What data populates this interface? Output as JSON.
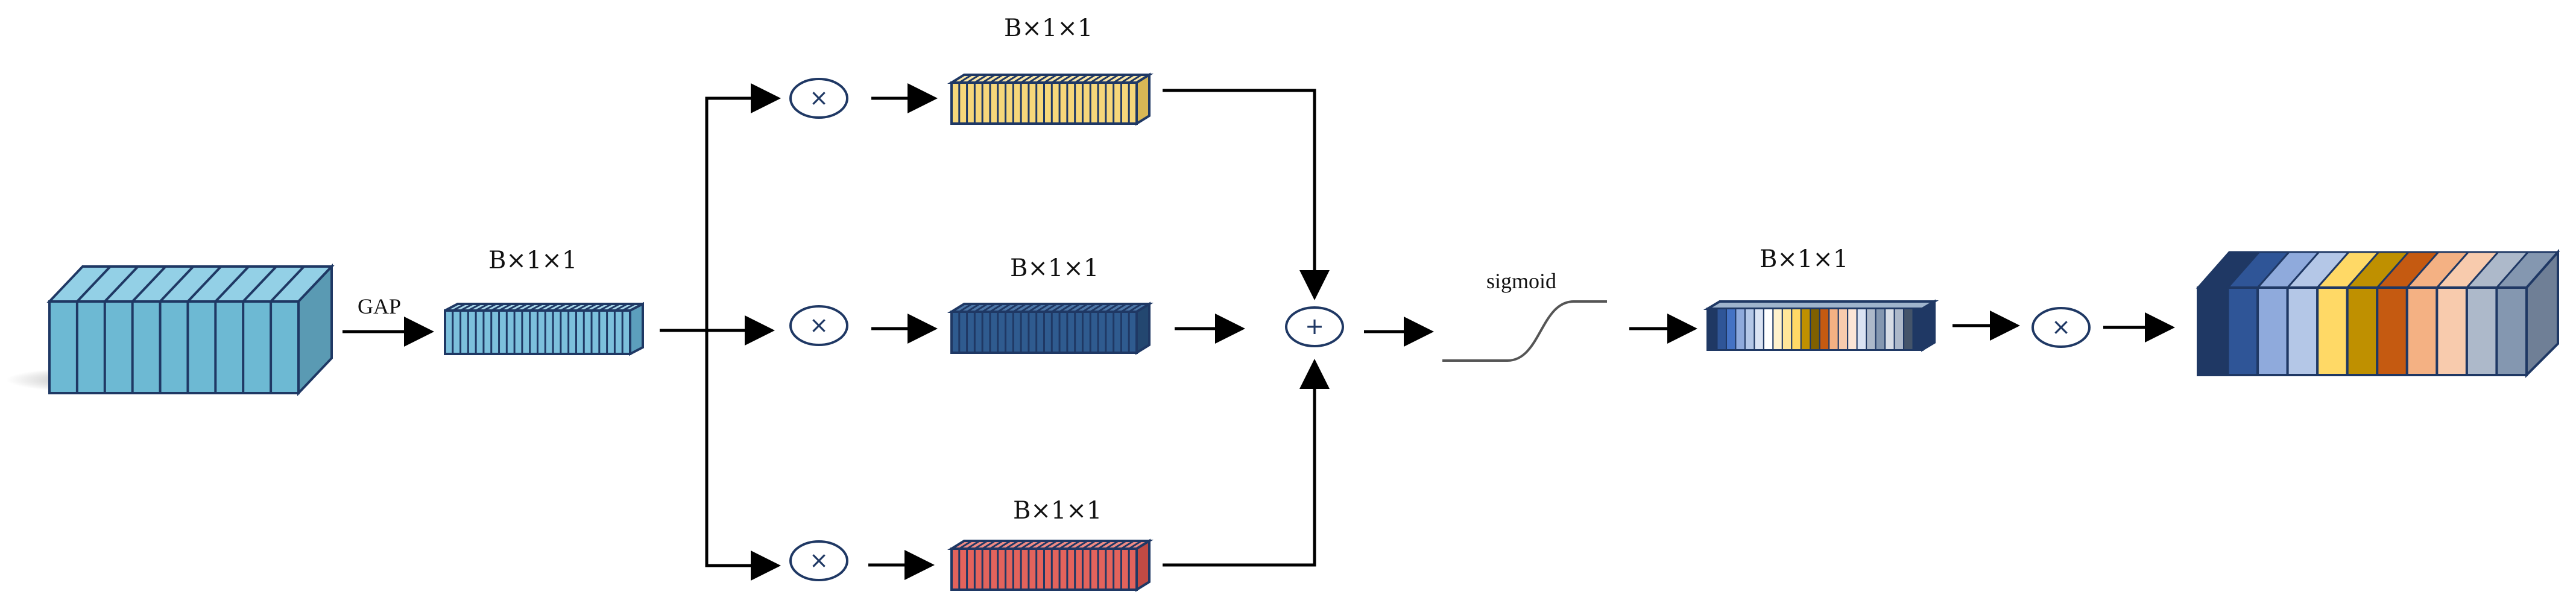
{
  "labels": {
    "gap": "GAP",
    "sigmoid": "sigmoid",
    "dim_input_vector": "B×1×1",
    "dim_branch_top": "B×1×1",
    "dim_branch_mid": "B×1×1",
    "dim_branch_bot": "B×1×1",
    "dim_weights": "B×1×1"
  },
  "operators": {
    "multiply": "×",
    "add": "+"
  },
  "colors": {
    "input_tensor": "#6db9d3",
    "gap_vector": "#7cc0dc",
    "branch_top": "#f6d77a",
    "branch_mid": "#2f5b8f",
    "branch_bot": "#e3635c",
    "output_slices": [
      "#1f3864",
      "#2f5597",
      "#8faadc",
      "#b4c7e7",
      "#ffd966",
      "#bf9000",
      "#c55a11",
      "#f4b183",
      "#f8cbad",
      "#adb9ca",
      "#8497b0"
    ],
    "stroke": "#1f3864"
  }
}
